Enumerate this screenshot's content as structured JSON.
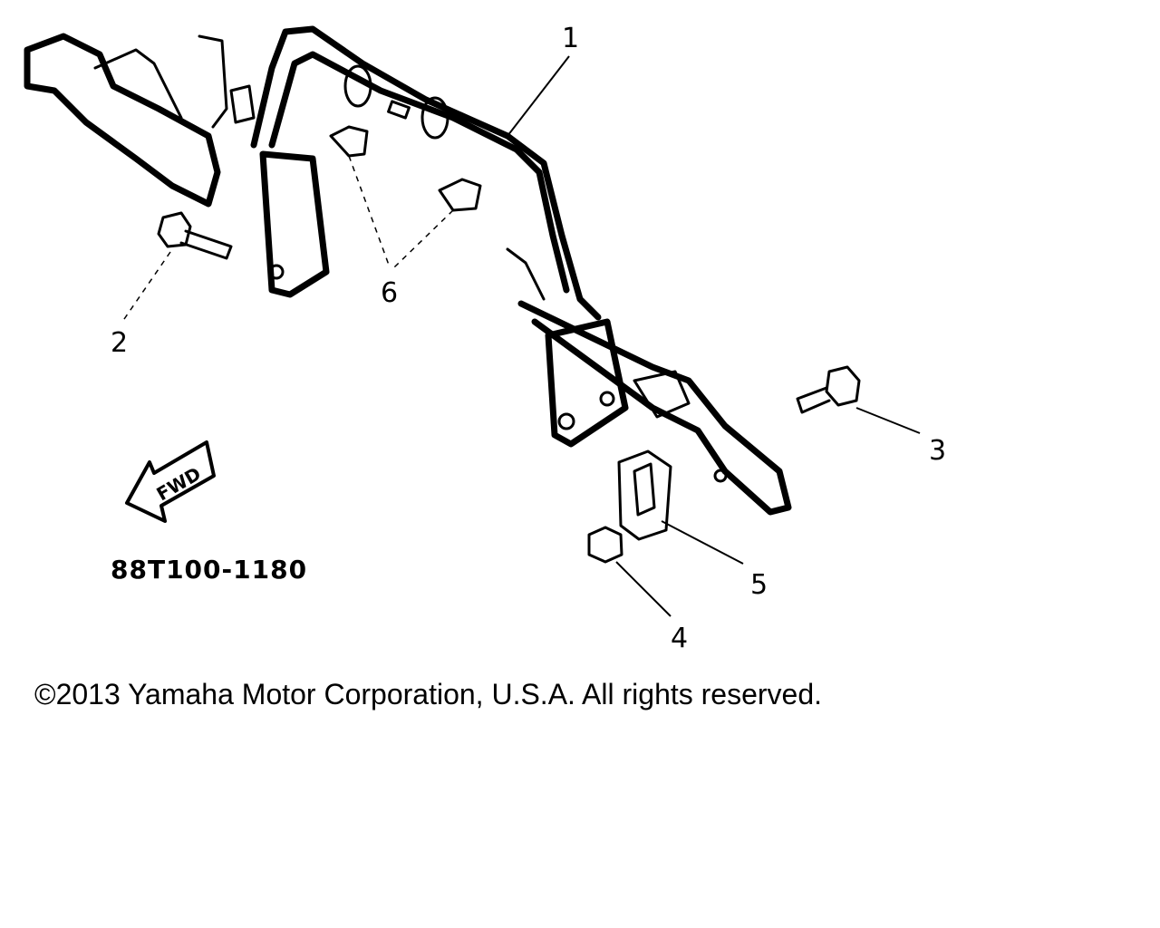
{
  "diagram": {
    "callouts": [
      {
        "id": "callout-1",
        "label": "1"
      },
      {
        "id": "callout-2",
        "label": "2"
      },
      {
        "id": "callout-3",
        "label": "3"
      },
      {
        "id": "callout-4",
        "label": "4"
      },
      {
        "id": "callout-5",
        "label": "5"
      },
      {
        "id": "callout-6",
        "label": "6"
      }
    ],
    "fwd_label": "FWD",
    "part_number": "88T100-1180"
  },
  "footer": {
    "copyright": "©2013 Yamaha Motor Corporation, U.S.A. All rights reserved."
  }
}
